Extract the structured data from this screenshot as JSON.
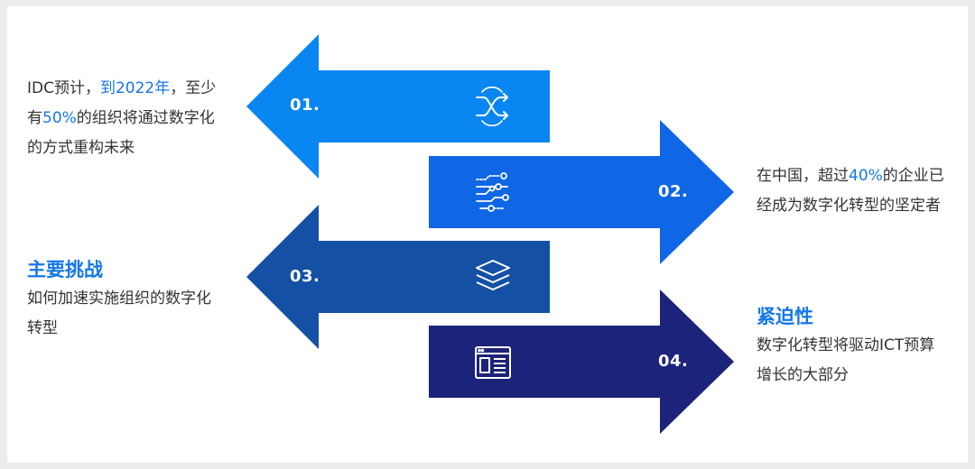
{
  "steps": [
    {
      "number": "01.",
      "icon": "shuffle-icon",
      "color": "#0a86f2"
    },
    {
      "number": "02.",
      "icon": "circuit-icon",
      "color": "#0f67e6"
    },
    {
      "number": "03.",
      "icon": "layers-icon",
      "color": "#1451a5"
    },
    {
      "number": "04.",
      "icon": "browser-window-icon",
      "color": "#1c237a"
    }
  ],
  "left_top": {
    "l1_a": "IDC预计，",
    "l1_hl": "到2022年",
    "l1_b": "，至少",
    "l2_a": "有",
    "l2_hl": "50%",
    "l2_b": "的组织将通过数字化",
    "l3": "的方式重构未来"
  },
  "right_top": {
    "l1_a": "在中国，超过",
    "l1_hl": "40%",
    "l1_b": "的企业已",
    "l2": "经成为数字化转型的坚定者"
  },
  "left_bottom": {
    "heading": "主要挑战",
    "l1": "如何加速实施组织的数字化",
    "l2": "转型"
  },
  "right_bottom": {
    "heading": "紧迫性",
    "l1": "数字化转型将驱动ICT预算",
    "l2": "增长的大部分"
  },
  "colors": {
    "highlight": "#1677e8",
    "text": "#333333"
  }
}
